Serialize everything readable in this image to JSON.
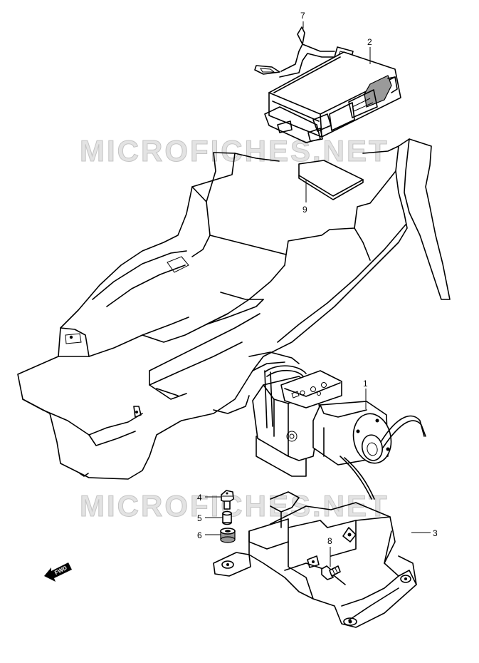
{
  "watermark": {
    "top": "MICROFICHES.NET",
    "bottom": "MICROFICHES.NET"
  },
  "fwd_marker": "FWD",
  "callouts": [
    {
      "id": "1",
      "label": "1"
    },
    {
      "id": "2",
      "label": "2"
    },
    {
      "id": "3",
      "label": "3"
    },
    {
      "id": "4",
      "label": "4"
    },
    {
      "id": "5",
      "label": "5"
    },
    {
      "id": "6",
      "label": "6"
    },
    {
      "id": "7",
      "label": "7"
    },
    {
      "id": "8",
      "label": "8"
    },
    {
      "id": "9",
      "label": "9"
    }
  ]
}
